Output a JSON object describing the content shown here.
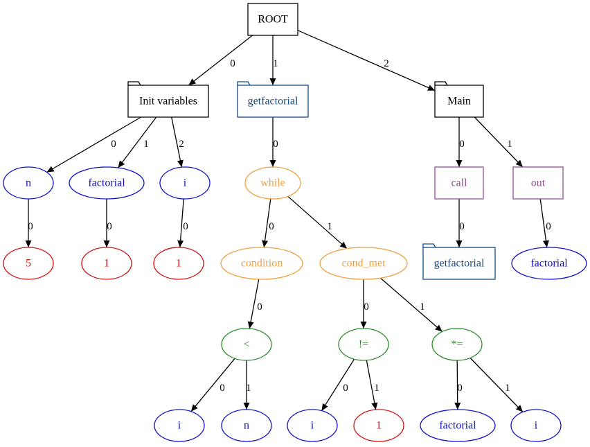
{
  "colors": {
    "black": "#000000",
    "blue": "#1010c8",
    "red": "#d01010",
    "orange": "#f0a040",
    "green": "#2a8a2a",
    "purple": "#905090",
    "folder_blue": "#104a8a",
    "folder_text": "#1a4a80"
  },
  "nodes": {
    "root": {
      "label": "ROOT",
      "shape": "box",
      "color": "black"
    },
    "init": {
      "label": "Init variables",
      "shape": "folder",
      "color": "black"
    },
    "getfactorial": {
      "label": "getfactorial",
      "shape": "folder",
      "color": "folder_blue",
      "text_color": "folder_text"
    },
    "main": {
      "label": "Main",
      "shape": "folder",
      "color": "black"
    },
    "n_var": {
      "label": "n",
      "shape": "ellipse",
      "color": "blue"
    },
    "factorial_var": {
      "label": "factorial",
      "shape": "ellipse",
      "color": "blue"
    },
    "i_var": {
      "label": "i",
      "shape": "ellipse",
      "color": "blue"
    },
    "while": {
      "label": "while",
      "shape": "ellipse",
      "color": "orange"
    },
    "call": {
      "label": "call",
      "shape": "box",
      "color": "purple"
    },
    "out": {
      "label": "out",
      "shape": "box",
      "color": "purple"
    },
    "val_5": {
      "label": "5",
      "shape": "ellipse",
      "color": "red"
    },
    "val_1a": {
      "label": "1",
      "shape": "ellipse",
      "color": "red"
    },
    "val_1b": {
      "label": "1",
      "shape": "ellipse",
      "color": "red"
    },
    "condition": {
      "label": "condition",
      "shape": "ellipse",
      "color": "orange"
    },
    "cond_met": {
      "label": "cond_met",
      "shape": "ellipse",
      "color": "orange"
    },
    "call_target": {
      "label": "getfactorial",
      "shape": "folder",
      "color": "folder_blue",
      "text_color": "folder_text"
    },
    "out_factorial": {
      "label": "factorial",
      "shape": "ellipse",
      "color": "blue"
    },
    "less_than": {
      "label": "<",
      "shape": "ellipse",
      "color": "green"
    },
    "not_equal": {
      "label": "!=",
      "shape": "ellipse",
      "color": "green"
    },
    "times_assign": {
      "label": "*=",
      "shape": "ellipse",
      "color": "green"
    },
    "lt_i": {
      "label": "i",
      "shape": "ellipse",
      "color": "blue"
    },
    "lt_n": {
      "label": "n",
      "shape": "ellipse",
      "color": "blue"
    },
    "ne_i": {
      "label": "i",
      "shape": "ellipse",
      "color": "blue"
    },
    "ne_1": {
      "label": "1",
      "shape": "ellipse",
      "color": "red"
    },
    "ta_factorial": {
      "label": "factorial",
      "shape": "ellipse",
      "color": "blue"
    },
    "ta_i": {
      "label": "i",
      "shape": "ellipse",
      "color": "blue"
    }
  },
  "edges": [
    {
      "from": "root",
      "to": "init",
      "label": "0"
    },
    {
      "from": "root",
      "to": "getfactorial",
      "label": "1"
    },
    {
      "from": "root",
      "to": "main",
      "label": "2"
    },
    {
      "from": "init",
      "to": "n_var",
      "label": "0"
    },
    {
      "from": "init",
      "to": "factorial_var",
      "label": "1"
    },
    {
      "from": "init",
      "to": "i_var",
      "label": "2"
    },
    {
      "from": "getfactorial",
      "to": "while",
      "label": "0"
    },
    {
      "from": "main",
      "to": "call",
      "label": "0"
    },
    {
      "from": "main",
      "to": "out",
      "label": "1"
    },
    {
      "from": "n_var",
      "to": "val_5",
      "label": "0"
    },
    {
      "from": "factorial_var",
      "to": "val_1a",
      "label": "0"
    },
    {
      "from": "i_var",
      "to": "val_1b",
      "label": "0"
    },
    {
      "from": "while",
      "to": "condition",
      "label": "0"
    },
    {
      "from": "while",
      "to": "cond_met",
      "label": "1"
    },
    {
      "from": "call",
      "to": "call_target",
      "label": "0"
    },
    {
      "from": "out",
      "to": "out_factorial",
      "label": "0"
    },
    {
      "from": "condition",
      "to": "less_than",
      "label": "0"
    },
    {
      "from": "cond_met",
      "to": "not_equal",
      "label": "0"
    },
    {
      "from": "cond_met",
      "to": "times_assign",
      "label": "1"
    },
    {
      "from": "less_than",
      "to": "lt_i",
      "label": "0"
    },
    {
      "from": "less_than",
      "to": "lt_n",
      "label": "1"
    },
    {
      "from": "not_equal",
      "to": "ne_i",
      "label": "0"
    },
    {
      "from": "not_equal",
      "to": "ne_1",
      "label": "1"
    },
    {
      "from": "times_assign",
      "to": "ta_factorial",
      "label": "0"
    },
    {
      "from": "times_assign",
      "to": "ta_i",
      "label": "1"
    }
  ]
}
